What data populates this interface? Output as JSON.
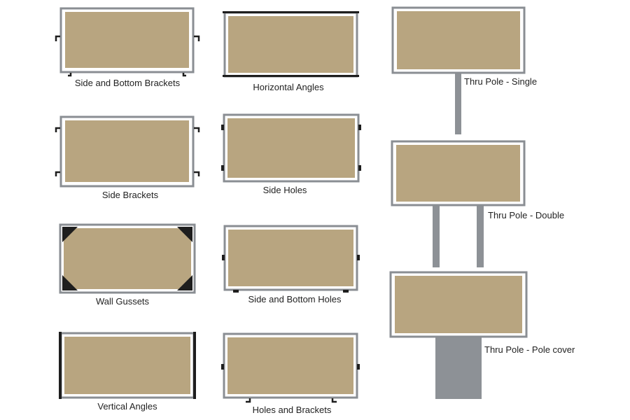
{
  "colors": {
    "panel_fill": "#b8a580",
    "frame_gray": "#8a8e93",
    "pole_gray": "#8d9196",
    "hardware_dark": "#1e1e1e"
  },
  "options": [
    {
      "label": "Side and Bottom Brackets"
    },
    {
      "label": "Horizontal Angles"
    },
    {
      "label": "Thru Pole - Single"
    },
    {
      "label": "Side Brackets"
    },
    {
      "label": "Side Holes"
    },
    {
      "label": "Thru Pole - Double"
    },
    {
      "label": "Wall Gussets"
    },
    {
      "label": "Side and Bottom Holes"
    },
    {
      "label": "Thru Pole - Pole cover"
    },
    {
      "label": "Vertical Angles"
    },
    {
      "label": "Holes and Brackets"
    }
  ]
}
